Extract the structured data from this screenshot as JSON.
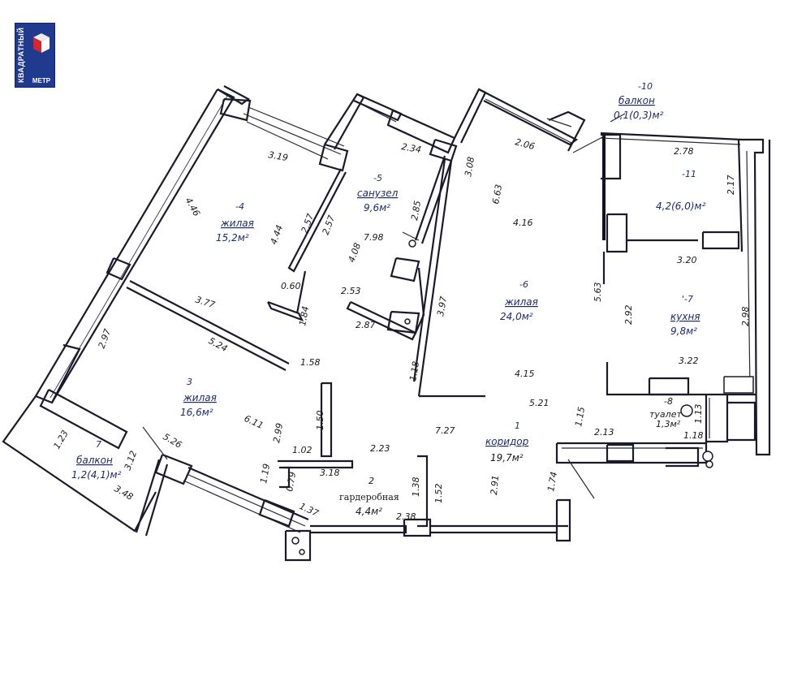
{
  "logo": {
    "brand_top": "КВАДРАТНЫЙ",
    "brand_bottom": "МЕТР"
  },
  "rooms": [
    {
      "num": "1",
      "name": "коридор",
      "area": "19,7м²"
    },
    {
      "num": "2",
      "name": "гардеробная",
      "area": "4,4м²"
    },
    {
      "num": "3",
      "name": "жилая",
      "area": "16,6м²"
    },
    {
      "num": "-4",
      "name": "жилая",
      "area": "15,2м²"
    },
    {
      "num": "-5",
      "name": "санузел",
      "area": "9,6м²"
    },
    {
      "num": "-6",
      "name": "жилая",
      "area": "24,0м²"
    },
    {
      "num": "'-7",
      "name": "кухня",
      "area": "9,8м²"
    },
    {
      "num": "-8",
      "name": "туалет",
      "area": "1,3м²"
    },
    {
      "num": "7",
      "name": "балкон",
      "area": "1,2(4,1)м²"
    },
    {
      "num": "-10",
      "name": "балкон",
      "area": "0,1(0,3)м²"
    },
    {
      "num": "-11",
      "name": "",
      "area": "4,2(6,0)м²"
    }
  ],
  "dimensions": [
    "3.19",
    "4.46",
    "4.44",
    "2.57",
    "2.57",
    "7.98",
    "4.08",
    "0.60",
    "1.84",
    "2.53",
    "2.87",
    "2.34",
    "2.85",
    "3.08",
    "2.06",
    "6.63",
    "4.16",
    "3.97",
    "1.18",
    "3.77",
    "5.24",
    "1.58",
    "2.97",
    "1.23",
    "3.12",
    "3.48",
    "5.26",
    "6.11",
    "2.99",
    "1.50",
    "1.02",
    "3.18",
    "2.23",
    "1.19",
    "0.79",
    "1.37",
    "1.38",
    "1.52",
    "2.38",
    "7.27",
    "2.91",
    "1.74",
    "5.21",
    "1.15",
    "2.13",
    "4.15",
    "5.63",
    "2.92",
    "3.20",
    "2.78",
    "2.17",
    "2.98",
    "3.22",
    "1.13",
    "1.18"
  ]
}
